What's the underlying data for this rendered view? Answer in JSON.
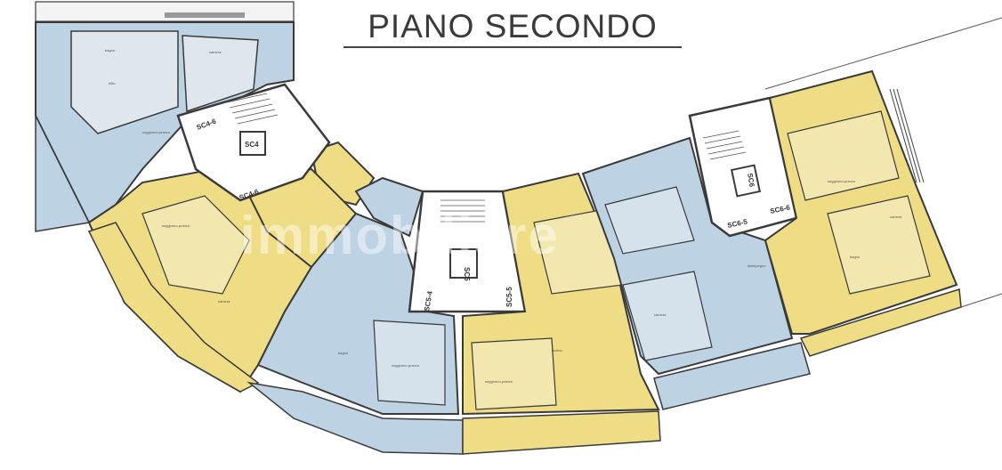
{
  "title": "PIANO SECONDO",
  "stairs": {
    "sc4_upper": "SC4-6",
    "sc4_lower": "SC4-6",
    "sc4_core": "SC4",
    "sc5_left": "SC5-4",
    "sc5_right": "SC5-5",
    "sc5_core": "SC5",
    "sc6_left": "SC6-5",
    "sc6_right": "SC6-6",
    "sc6_core": "SC6"
  },
  "room_labels": [
    "bagno",
    "letto",
    "soggiorno-pranzo",
    "camera",
    "cucina",
    "disimpegno"
  ],
  "watermark": "immobiliare",
  "colors": {
    "blue_unit": "#bdd3e3",
    "yellow_unit": "#eedd85",
    "wall": "#3a3a3a",
    "core": "#ffffff"
  }
}
